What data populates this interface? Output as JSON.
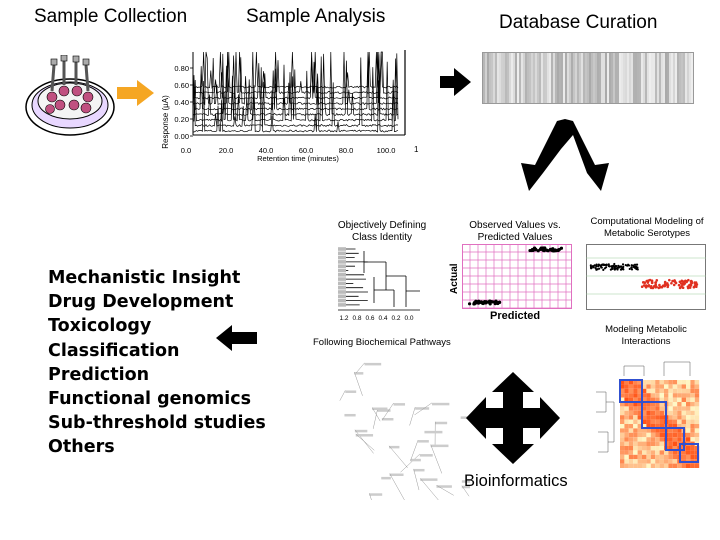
{
  "headers": {
    "sample_collection": "Sample Collection",
    "sample_analysis": "Sample Analysis",
    "database_curation": "Database Curation"
  },
  "chromatogram": {
    "ylabel": "Response (µA)",
    "xlabel": "Retention time (minutes)",
    "y_ticks": [
      "0.80",
      "0.60",
      "0.40",
      "0.20",
      "0.00"
    ],
    "x_ticks": [
      "0.0",
      "20.0",
      "40.0",
      "60.0",
      "80.0",
      "100.0"
    ],
    "trailing_label": "1"
  },
  "captions": {
    "class_identity": "Objectively Defining Class Identity",
    "observed_vs_predicted": "Observed Values vs. Predicted Values",
    "computational_modeling": "Computational Modeling of Metabolic Serotypes",
    "actual": "Actual",
    "predicted": "Predicted",
    "biochemical_pathways": "Following Biochemical Pathways",
    "modeling_interactions": "Modeling Metabolic Interactions",
    "bioinformatics": "Bioinformatics"
  },
  "dendrogram_axis": [
    "1.2",
    "0.8",
    "0.6",
    "0.4",
    "0.2",
    "0.0"
  ],
  "applications": [
    "Mechanistic Insight",
    "Drug Development",
    "Toxicology",
    "Classification",
    "Prediction",
    "Functional genomics",
    "Sub-threshold studies",
    "Others"
  ],
  "colors": {
    "arrow_orange": "#f5a623",
    "grid_pink": "#e070c0",
    "series_red": "#e03020",
    "heatmap_outline": "#3050d0"
  },
  "icons": [
    "petri-dish-icon",
    "right-arrow-icon",
    "left-arrow-icon",
    "double-headed-arrow-icon",
    "four-way-arrow-icon"
  ]
}
